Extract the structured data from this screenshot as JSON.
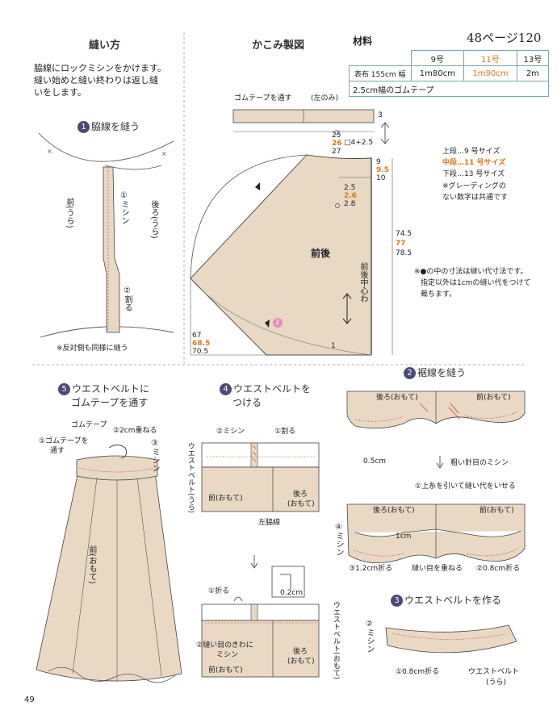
{
  "sewing": {
    "title": "縫い方",
    "intro": [
      "脇線にロックミシンをかけます。",
      "縫い始めと縫い終わりは返し縫",
      "いをします。"
    ],
    "step1": {
      "num": "1",
      "title": "脇線を縫う",
      "front": "前(うら)",
      "back": "後ろ(うら)",
      "sew": "①ミシン",
      "split": "②割る",
      "note": "※反対側も同様に縫う"
    }
  },
  "pattern": {
    "title": "かこみ製図",
    "page_ref": "48ページ120",
    "elastic_label": "ゴムテープを通す",
    "left_only": "(左のみ)",
    "three": "3",
    "top_nums": {
      "a": "25",
      "b": "26",
      "c": "27"
    },
    "frac_text": "□4+2.5",
    "top_right": {
      "a": "9",
      "b": "9.5",
      "c": "10"
    },
    "mid_nums": {
      "a": "2.5",
      "b": "2.6",
      "c": "2.8"
    },
    "center_label": "前後",
    "center_line": "前後中心わ",
    "side_nums": {
      "a": "74.5",
      "b": "77",
      "c": "78.5"
    },
    "bottom_nums": {
      "a": "67",
      "b": "68.5",
      "c": "70.5"
    },
    "one": "1",
    "two": "2"
  },
  "materials": {
    "title": "材料",
    "headers": [
      "9号",
      "11号",
      "13号"
    ],
    "row_label": "表布 155cm 幅",
    "row_values": [
      "1m80cm",
      "1m90cm",
      "2m"
    ],
    "elastic": "2.5cm幅のゴムテープ"
  },
  "legend": {
    "upper": "上段…9 号サイズ",
    "middle": "中段…11 号サイズ",
    "lower": "下段…13 号サイズ",
    "grade1": "※グレーディングの",
    "grade2": "ない数字は共通です",
    "note1": "※●の中の寸法は縫い代寸法です。",
    "note2": "指定以外は1cmの縫い代をつけて",
    "note3": "裁ちます。"
  },
  "step2": {
    "num": "2",
    "title": "裾線を縫う",
    "back": "後ろ(おもて)",
    "front": "前(おもて)",
    "half": "0.5cm",
    "coarse": "粗い針目のミシン",
    "pull": "①上糸を引いて縫い代をいせる",
    "back2": "後ろ(おもて)",
    "front2": "前(おもて)",
    "sew4": "④ミシン",
    "onecm": "1cm",
    "fold12": "③1.2cm折る",
    "align": "縫い目を重ねる",
    "fold08": "②0.8cm折る"
  },
  "step3": {
    "num": "3",
    "title": "ウエストベルトを作る",
    "sew": "②ミシン",
    "fold": "①0.8cm折る",
    "belt": "ウエストベルト",
    "inside": "(うら)"
  },
  "step4": {
    "num": "4",
    "title1": "ウエストベルトを",
    "title2": "つける",
    "sew": "②ミシン",
    "split": "①割る",
    "belt_label": "ウエストベルト(うら)",
    "front": "前(おもて)",
    "back1": "後ろ",
    "back2": "(おもて)",
    "side": "左脇線",
    "fold": "①折る",
    "two": "0.2cm",
    "edge1": "②縫い目のきわに",
    "edge2": "ミシン",
    "belt_label2": "ウエストベルト(おもて)",
    "front2": "前(おもて)",
    "back3": "後ろ",
    "back4": "(おもて)"
  },
  "step5": {
    "num": "5",
    "title1": "ウエストベルトに",
    "title2": "ゴムテープを通す",
    "elastic": "ゴムテープ",
    "overlap": "②2cm重ねる",
    "thread1": "①ゴムテープを",
    "thread2": "通す",
    "sew": "③ミシン",
    "front": "前(おもて)"
  },
  "page_number": "49"
}
